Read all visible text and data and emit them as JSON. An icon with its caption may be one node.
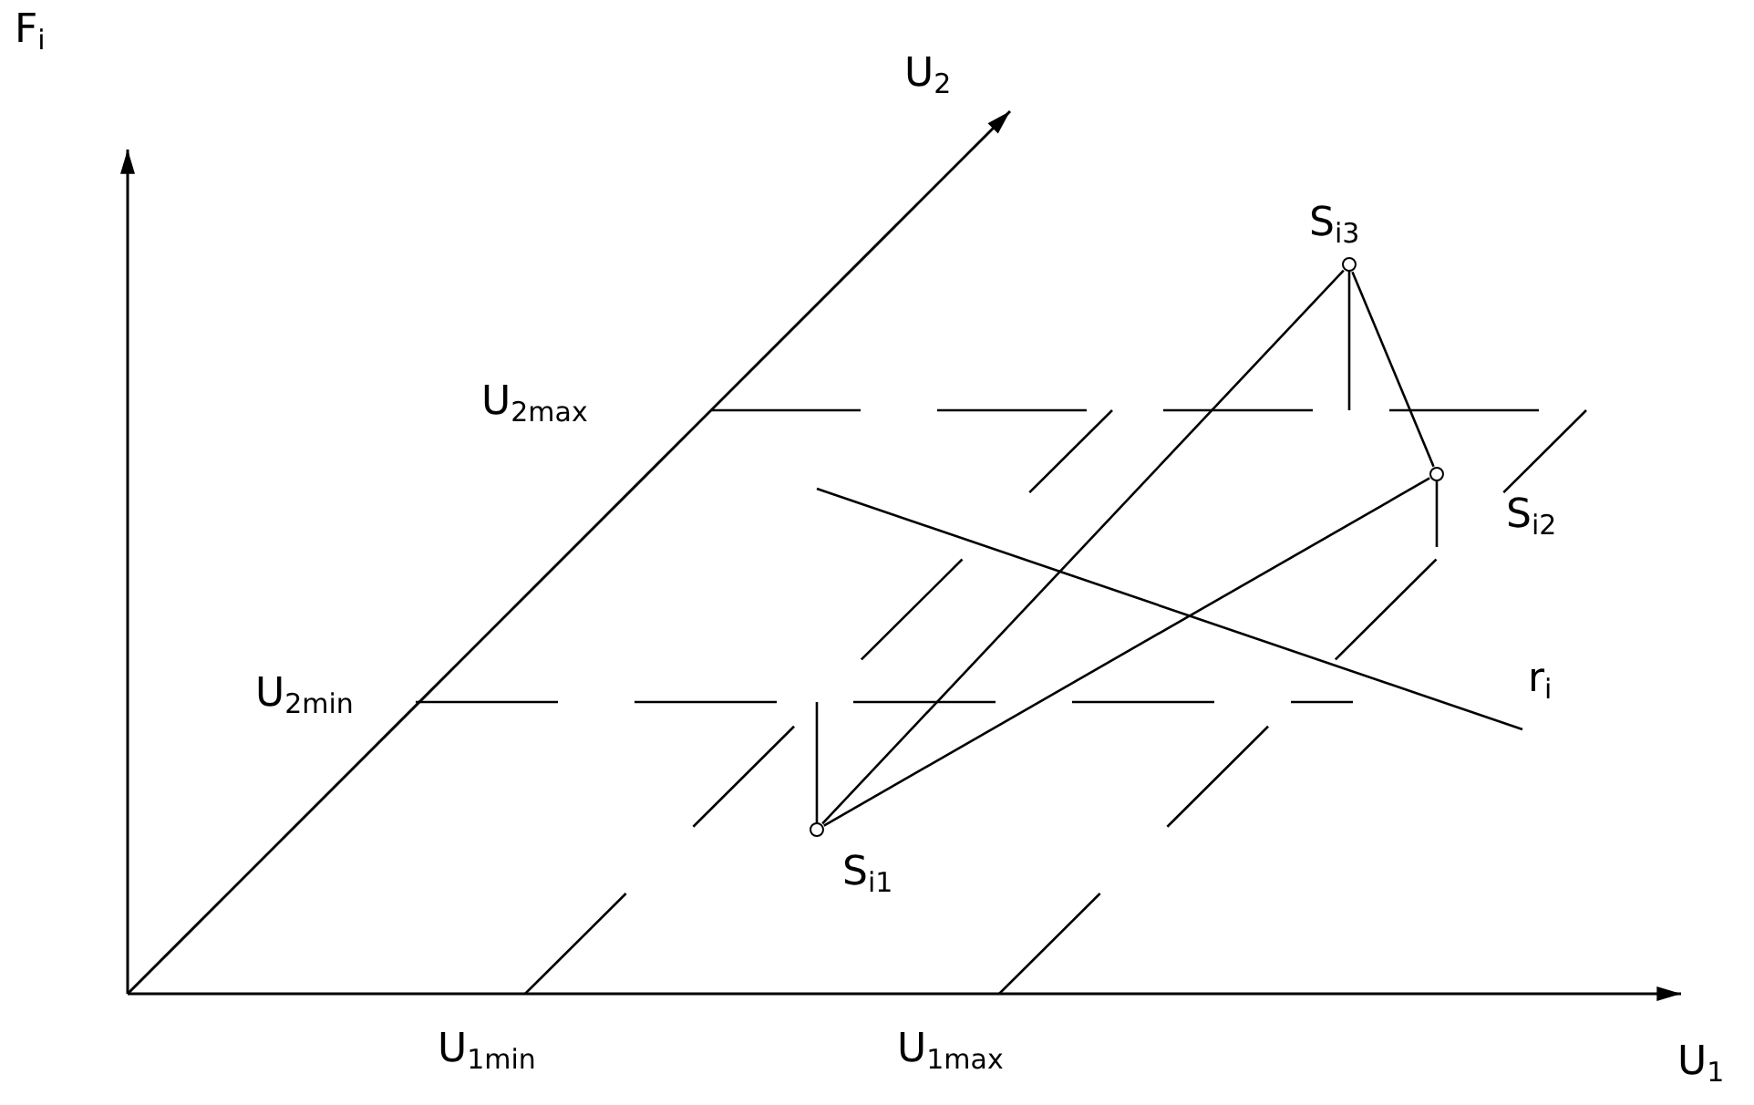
{
  "diagram": {
    "nodes": [
      {
        "text": [],
        "shape": "circle",
        "beside": [
          "S$_{i1}$"
        ]
      },
      {
        "text": [],
        "shape": "circle",
        "beside": [
          "S$_{i2}$"
        ]
      },
      {
        "text": [],
        "shape": "circle",
        "beside": [
          "S$_{i3}$"
        ]
      }
    ],
    "edges": [
      {
        "from": 0,
        "to": 2,
        "arrow": "none"
      },
      {
        "from": 0,
        "to": 1,
        "arrow": "none"
      },
      {
        "from": 1,
        "to": 2,
        "arrow": "none"
      }
    ],
    "labels": [
      "F$_{i}$",
      "U$_{2}$",
      "U$_{2max}$",
      "U$_{2min}$",
      "r$_{i}$",
      "U$_{1min}$",
      "U$_{1max}$",
      "U$_{1}$"
    ]
  }
}
